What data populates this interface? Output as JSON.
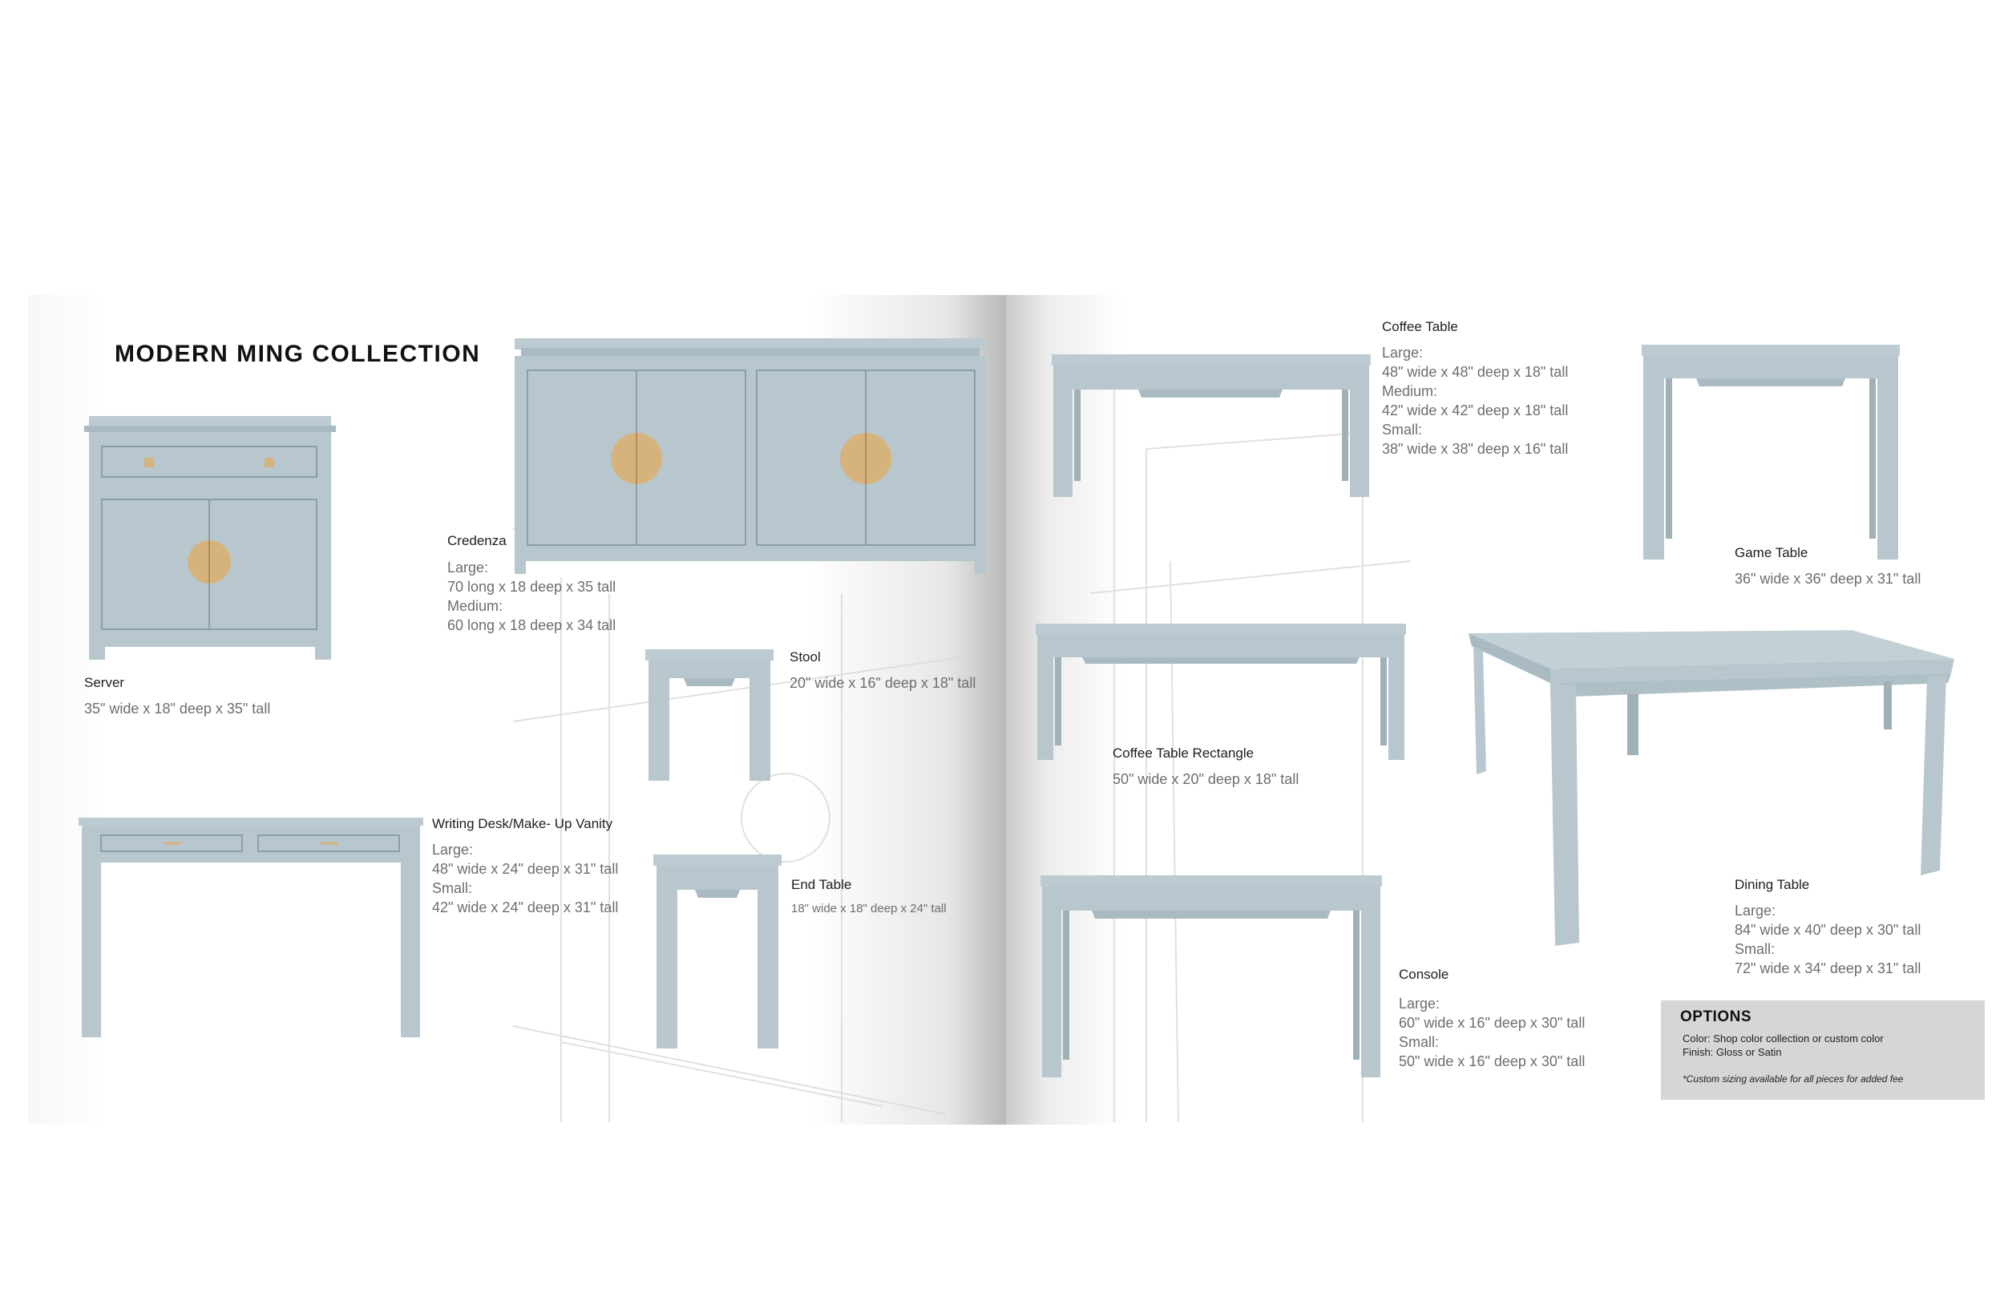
{
  "title": "MODERN MING COLLECTION",
  "colors": {
    "furniture": "#b8c7ce",
    "furniture_dark": "#9fb0b8",
    "pull": "#d6b37c",
    "options_bg": "#d6d6d6"
  },
  "products": {
    "server": {
      "name": "Server",
      "dims": "35\" wide x 18\" deep x 35\" tall"
    },
    "credenza": {
      "name": "Credenza",
      "dims": "Large:\n70 long x 18 deep x 35 tall\nMedium:\n60 long x 18 deep x 34 tall"
    },
    "stool": {
      "name": "Stool",
      "dims": "20\" wide x 16\" deep x 18\" tall"
    },
    "writing_desk": {
      "name": "Writing Desk/Make- Up Vanity",
      "dims": "Large:\n48\" wide x 24\" deep x 31\" tall\nSmall:\n42\" wide x 24\" deep x 31\" tall"
    },
    "end_table": {
      "name": "End Table",
      "dims": "18\" wide x 18\" deep x 24\" tall"
    },
    "coffee_table": {
      "name": "Coffee Table",
      "dims": "Large:\n48\" wide x 48\" deep x 18\" tall\nMedium:\n42\" wide x 42\" deep x 18\" tall\nSmall:\n38\" wide x 38\" deep x 16\" tall"
    },
    "game_table": {
      "name": "Game Table",
      "dims": "36\" wide x 36\" deep x 31\" tall"
    },
    "coffee_table_rect": {
      "name": "Coffee Table Rectangle",
      "dims": "50\" wide x 20\" deep x 18\" tall"
    },
    "dining_table": {
      "name": "Dining Table",
      "dims": "Large:\n84\" wide x 40\" deep x 30\" tall\nSmall:\n72\" wide x 34\" deep x 31\" tall"
    },
    "console": {
      "name": "Console",
      "dims": "Large:\n60\" wide x 16\" deep x 30\" tall\nSmall:\n50\" wide x 16\" deep x 30\" tall"
    }
  },
  "options": {
    "heading": "OPTIONS",
    "color": "Color: Shop color collection or custom color",
    "finish": "Finish: Gloss or Satin",
    "note": "*Custom sizing available for all pieces for added fee"
  }
}
